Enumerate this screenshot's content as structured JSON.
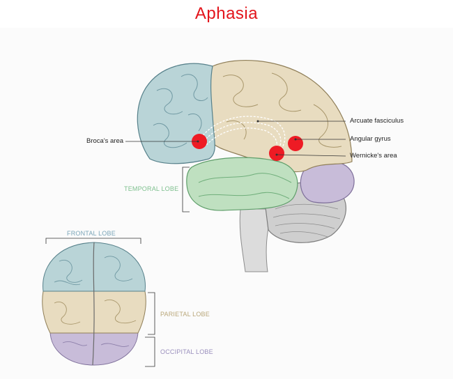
{
  "title": "Aphasia",
  "labels": {
    "arcuate": "Arcuate fasciculus",
    "broca": "Broca's area",
    "angular": "Angular gyrus",
    "wernicke": "Wernicke's area",
    "temporal": "TEMPORAL LOBE",
    "frontal": "FRONTAL LOBE",
    "parietal": "PARIETAL LOBE",
    "occipital": "OCCIPITAL LOBE"
  },
  "colors": {
    "title": "#e3141b",
    "frontal": "#b9d4d7",
    "parietal": "#e8dcc0",
    "temporal": "#bfe0c0",
    "occipital": "#c8bcd9",
    "cerebellum": "#cfcfcf",
    "marker": "#ee1b24",
    "temporal_label": "#7fc08f",
    "frontal_label": "#7aa5b8",
    "parietal_label": "#b9a77a",
    "occipital_label": "#9a8fbd"
  }
}
